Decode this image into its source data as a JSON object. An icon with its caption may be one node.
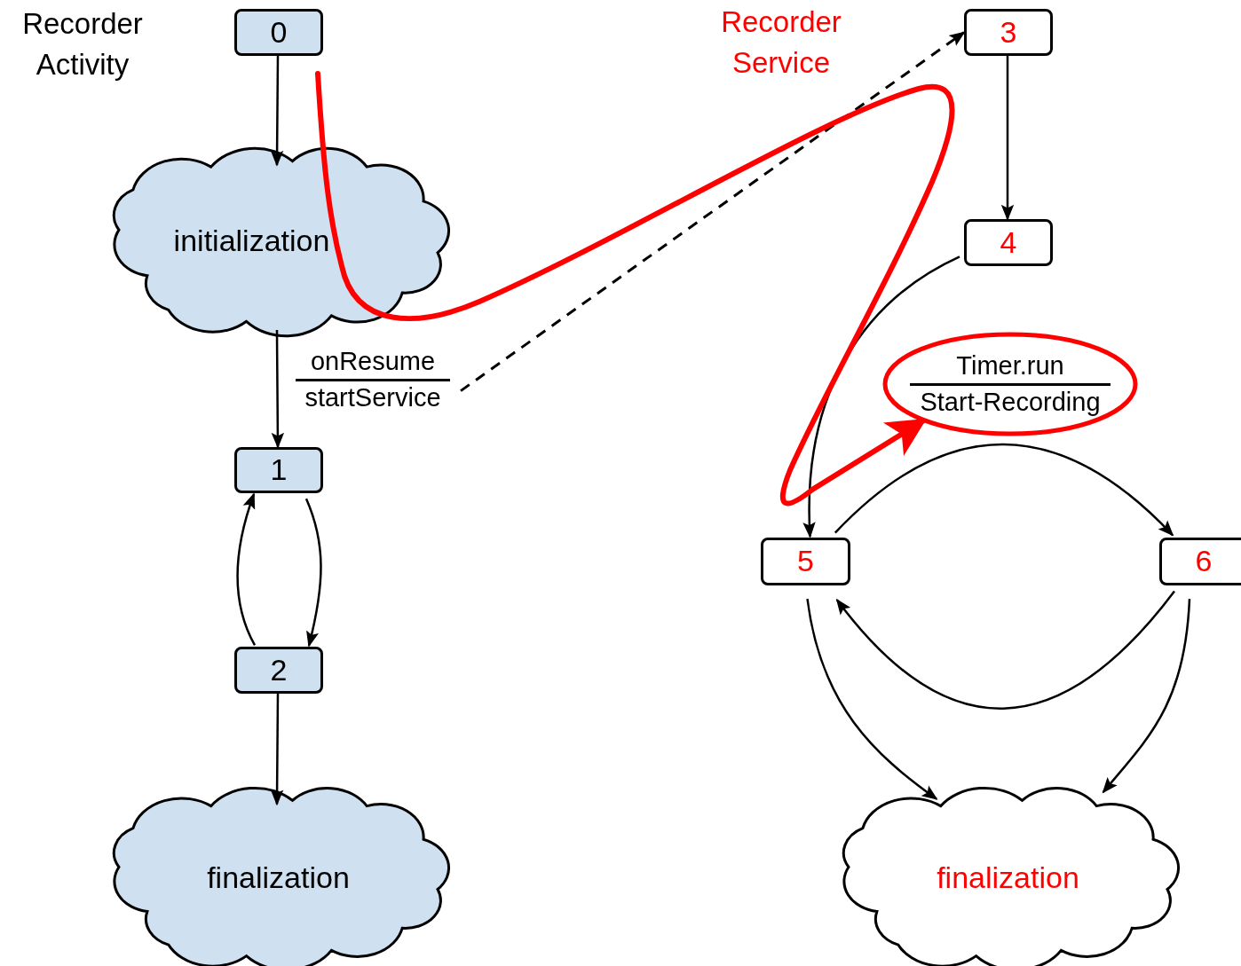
{
  "diagram": {
    "nodes": [
      {
        "text": [
          "0"
        ]
      },
      {
        "text": [
          "initialization"
        ]
      },
      {
        "text": [
          "1"
        ]
      },
      {
        "text": [
          "2"
        ]
      },
      {
        "text": [
          "finalization"
        ]
      },
      {
        "text": [
          "3"
        ]
      },
      {
        "text": [
          "4"
        ]
      },
      {
        "text": [
          "5"
        ]
      },
      {
        "text": [
          "6"
        ]
      },
      {
        "text": [
          "finalization"
        ]
      },
      {
        "text": [
          "onResume",
          "startService"
        ]
      },
      {
        "text": [
          "Timer.run",
          "Start-Recording"
        ]
      }
    ],
    "edges": [
      {
        "from": 0,
        "to": 1,
        "arrow": "to"
      },
      {
        "from": 1,
        "to": 2,
        "arrow": "to"
      },
      {
        "from": 2,
        "to": 3,
        "arrow": "to"
      },
      {
        "from": 3,
        "to": 2,
        "arrow": "to"
      },
      {
        "from": 3,
        "to": 4,
        "arrow": "to"
      },
      {
        "from": 10,
        "to": 5,
        "arrow": "to",
        "style": "dashed"
      },
      {
        "from": 5,
        "to": 6,
        "arrow": "to"
      },
      {
        "from": 6,
        "to": 7,
        "arrow": "to"
      },
      {
        "from": 7,
        "to": 8,
        "arrow": "to"
      },
      {
        "from": 8,
        "to": 7,
        "arrow": "to"
      },
      {
        "from": 7,
        "to": 9,
        "arrow": "to"
      },
      {
        "from": 8,
        "to": 9,
        "arrow": "to"
      },
      {
        "from": null,
        "to": 11,
        "arrow": "to",
        "style": "thick",
        "color": "#ff0000"
      }
    ],
    "labels": [
      "Recorder Activity",
      "Recorder Service"
    ]
  }
}
